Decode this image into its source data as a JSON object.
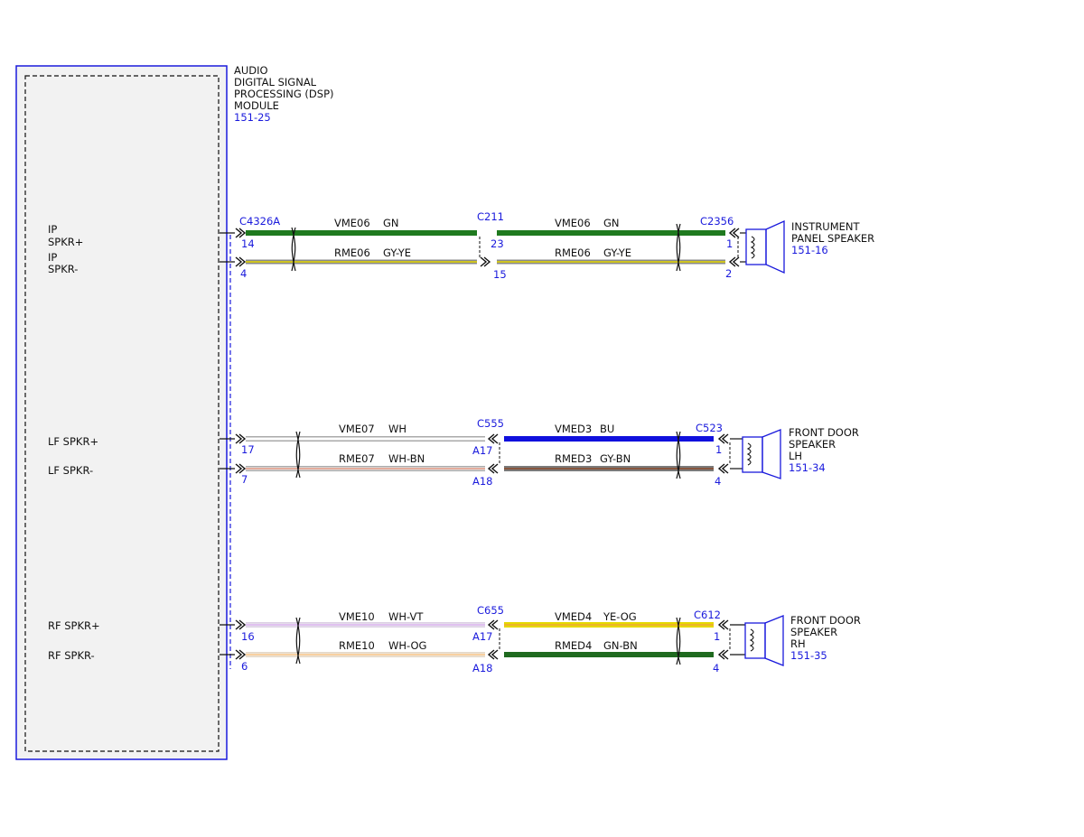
{
  "module": {
    "title_lines": [
      "AUDIO",
      "DIGITAL SIGNAL",
      "PROCESSING (DSP)",
      "MODULE"
    ],
    "ref": "151-25",
    "pins": [
      "IP",
      "SPKR+",
      "IP",
      "SPKR-",
      "LF SPKR+",
      "LF SPKR-",
      "RF SPKR+",
      "RF SPKR-"
    ]
  },
  "connectors": {
    "module_side": "C4326A",
    "ip_inline": "C211",
    "ip_speaker": "C2356",
    "lf_inline": "C555",
    "lf_speaker": "C523",
    "rf_inline": "C655",
    "rf_speaker": "C612"
  },
  "pin_numbers": {
    "ip_module_pos": "14",
    "ip_module_neg": "4",
    "ip_inline_pos": "23",
    "ip_inline_neg": "15",
    "ip_spk_pos": "1",
    "ip_spk_neg": "2",
    "lf_module_pos": "17",
    "lf_module_neg": "7",
    "lf_inline_pos": "A17",
    "lf_inline_neg": "A18",
    "lf_spk_pos": "1",
    "lf_spk_neg": "4",
    "rf_module_pos": "16",
    "rf_module_neg": "6",
    "rf_inline_pos": "A17",
    "rf_inline_neg": "A18",
    "rf_spk_pos": "1",
    "rf_spk_neg": "4"
  },
  "circuits": {
    "ip_pos_a": "VME06",
    "ip_pos_a_color": "GN",
    "ip_pos_b": "VME06",
    "ip_pos_b_color": "GN",
    "ip_neg_a": "RME06",
    "ip_neg_a_color": "GY-YE",
    "ip_neg_b": "RME06",
    "ip_neg_b_color": "GY-YE",
    "lf_pos_a": "VME07",
    "lf_pos_a_color": "WH",
    "lf_pos_b": "VMED3",
    "lf_pos_b_color": "BU",
    "lf_neg_a": "RME07",
    "lf_neg_a_color": "WH-BN",
    "lf_neg_b": "RMED3",
    "lf_neg_b_color": "GY-BN",
    "rf_pos_a": "VME10",
    "rf_pos_a_color": "WH-VT",
    "rf_pos_b": "VMED4",
    "rf_pos_b_color": "YE-OG",
    "rf_neg_a": "RME10",
    "rf_neg_a_color": "WH-OG",
    "rf_neg_b": "RMED4",
    "rf_neg_b_color": "GN-BN"
  },
  "speakers": {
    "ip": {
      "lines": [
        "INSTRUMENT",
        "PANEL SPEAKER"
      ],
      "ref": "151-16"
    },
    "lf": {
      "lines": [
        "FRONT DOOR",
        "SPEAKER",
        "LH"
      ],
      "ref": "151-34"
    },
    "rf": {
      "lines": [
        "FRONT DOOR",
        "SPEAKER",
        "RH"
      ],
      "ref": "151-35"
    }
  },
  "colors": {
    "ref_text": "#1a1adc",
    "module_fill": "#f2f2f2",
    "GN": "#1f7a1f",
    "GY": "#8a8a8a",
    "YE": "#e6d800",
    "WH": "#ffffff",
    "BU": "#1010dd",
    "BN": "#8b4a2b",
    "VT": "#c080e0",
    "OG": "#f0a040"
  }
}
